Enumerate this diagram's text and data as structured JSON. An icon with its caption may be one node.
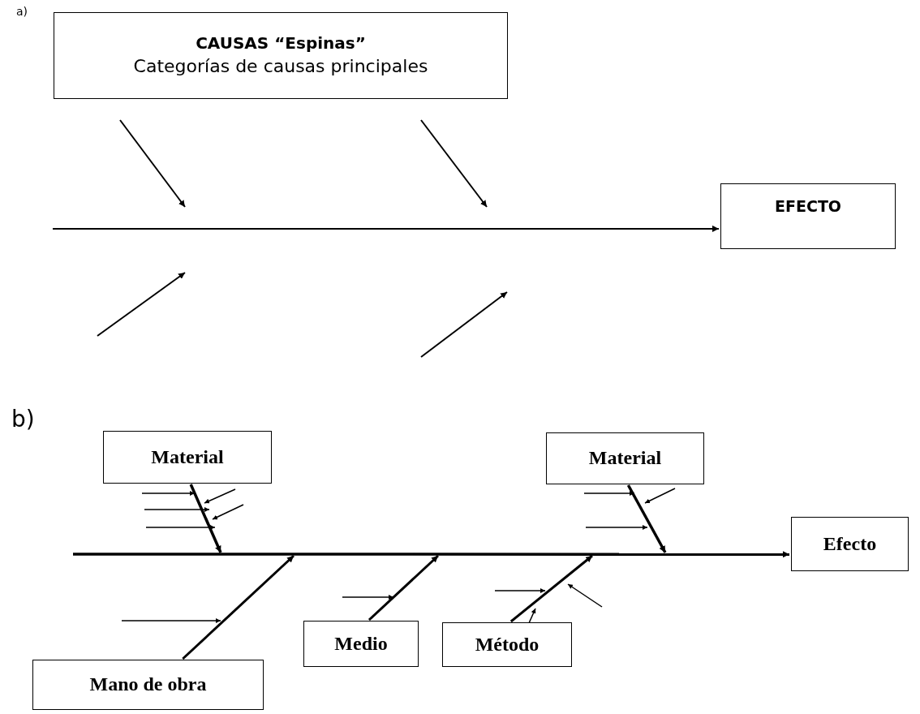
{
  "diagram": {
    "nodes": [
      {
        "text": [
          "CAUSAS “Espinas”",
          "Categorías de causas principales"
        ]
      },
      {
        "text": [
          "EFECTO"
        ]
      },
      {
        "text": [
          "Material"
        ]
      },
      {
        "text": [
          "Material"
        ]
      },
      {
        "text": [
          "Efecto"
        ]
      },
      {
        "text": [
          "Mano de obra"
        ]
      },
      {
        "text": [
          "Medio"
        ]
      },
      {
        "text": [
          "Método"
        ]
      }
    ],
    "edges": [
      {
        "from": null,
        "to": 1,
        "arrow": "to"
      },
      {
        "from": null,
        "to": 4,
        "arrow": "to"
      },
      {
        "from": 2,
        "to": null,
        "arrow": "to"
      },
      {
        "from": 3,
        "to": null,
        "arrow": "to"
      },
      {
        "from": 5,
        "to": null,
        "arrow": "to"
      },
      {
        "from": 6,
        "to": null,
        "arrow": "to"
      },
      {
        "from": 7,
        "to": null,
        "arrow": "to"
      }
    ],
    "labels": [
      "a)",
      "b)"
    ]
  }
}
